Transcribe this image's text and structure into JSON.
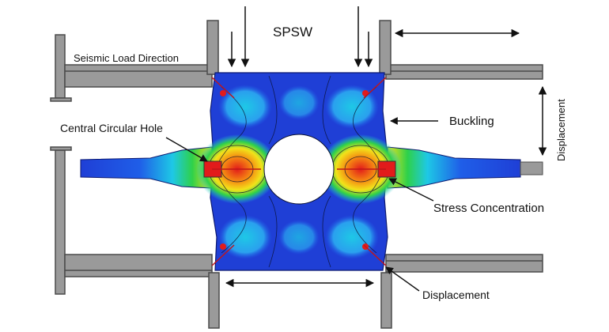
{
  "labels": {
    "spsw": "SPSW",
    "seismic_load_direction": "Seismic Load Direction",
    "central_circular_hole": "Central Circular Hole",
    "buckling": "Buckling",
    "displacement_vertical": "Displacement",
    "stress_concentration": "Stress Concentration",
    "displacement_bottom": "Displacement"
  },
  "colors": {
    "steel_fill": "#9a9a9a",
    "steel_dark": "#4a4a4a",
    "contour_blue": "#1f3fd6",
    "contour_cyan": "#1ec8e6",
    "contour_green": "#2ed14a",
    "contour_yellow": "#f2e21a",
    "contour_orange": "#f58a12",
    "contour_red": "#e21b1b",
    "arrow": "#111111"
  },
  "icons": {
    "load_arrows": "down-arrow-icon",
    "displacement_arrows": "double-headed-arrow-icon",
    "leader_arrows": "pointer-arrow-icon"
  }
}
